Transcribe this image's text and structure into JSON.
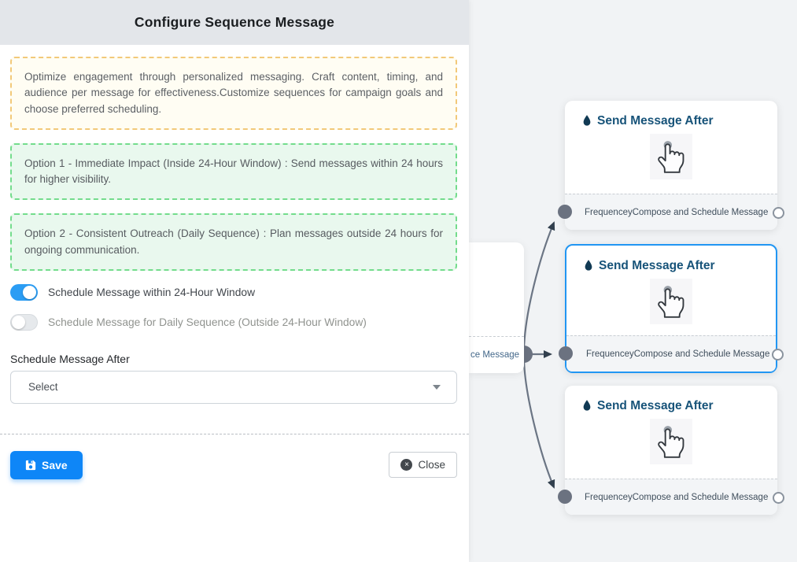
{
  "panel": {
    "title": "Configure Sequence Message",
    "info_box": "Optimize engagement through personalized messaging. Craft content, timing, and audience per message for effectiveness.Customize sequences for campaign goals and choose preferred scheduling.",
    "option1": "Option 1 - Immediate Impact (Inside 24-Hour Window) : Send messages within 24 hours for higher visibility.",
    "option2": "Option 2 - Consistent Outreach (Daily Sequence) : Plan messages outside 24 hours for ongoing communication.",
    "toggles": [
      {
        "label": "Schedule Message within 24-Hour Window",
        "state": "on"
      },
      {
        "label": "Schedule Message for Daily Sequence (Outside 24-Hour Window)",
        "state": "off"
      }
    ],
    "schedule_after": {
      "label": "Schedule Message After",
      "placeholder": "Select"
    },
    "buttons": {
      "save": "Save",
      "close": "Close"
    }
  },
  "canvas": {
    "partial_node": {
      "footer_text": "ce Message"
    },
    "nodes": [
      {
        "title": "Send Message After",
        "footer_left": "Frequencey",
        "footer_right": "Compose and Schedule Message",
        "selected": false
      },
      {
        "title": "Send Message After",
        "footer_left": "Frequencey",
        "footer_right": "Compose and Schedule Message",
        "selected": true
      },
      {
        "title": "Send Message After",
        "footer_left": "Frequencey",
        "footer_right": "Compose and Schedule Message",
        "selected": false
      }
    ]
  },
  "icons": {
    "node_icon": "water-drop",
    "center_icon": "hand-pointer",
    "save_icon": "floppy-disk",
    "close_icon": "circle-x",
    "select_caret": "caret-down"
  },
  "colors": {
    "accent_blue": "#0e86f7",
    "toggle_on": "#2b9df4",
    "selected_node_border": "#2196f3",
    "node_title": "#175379",
    "yellow_box_border": "#f2c979",
    "green_box_border": "#73dc8c",
    "edge_gray": "#6b7584",
    "connector_gray": "#6b7280",
    "canvas_bg": "#f1f3f5",
    "header_bg": "#e3e6ea"
  }
}
